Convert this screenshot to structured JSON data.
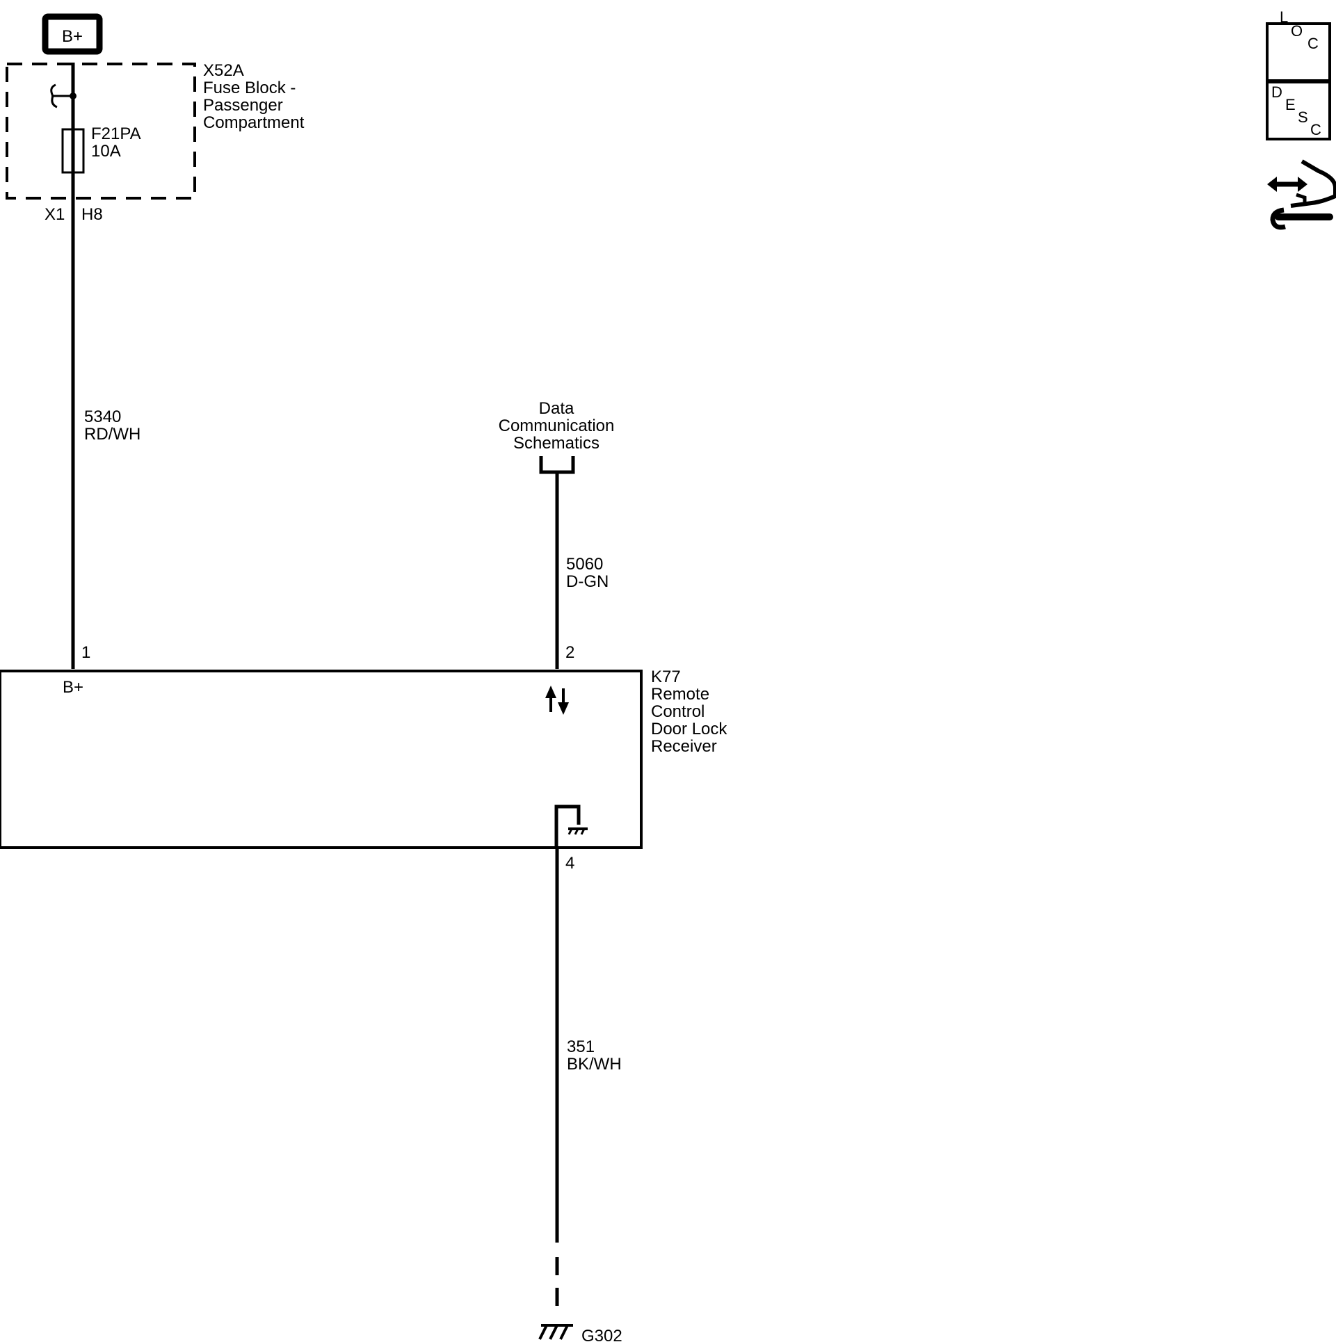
{
  "power_source": {
    "label": "B+"
  },
  "fuse_block": {
    "id": "X52A",
    "name_line1": "Fuse Block -",
    "name_line2": "Passenger",
    "name_line3": "Compartment",
    "connector": "X1",
    "terminal": "H8",
    "fuse": {
      "id": "F21PA",
      "rating": "10A"
    }
  },
  "wires": {
    "power": {
      "circuit": "5340",
      "color": "RD/WH"
    },
    "data": {
      "circuit": "5060",
      "color": "D-GN"
    },
    "ground": {
      "circuit": "351",
      "color": "BK/WH"
    }
  },
  "data_link": {
    "line1": "Data",
    "line2": "Communication",
    "line3": "Schematics"
  },
  "module": {
    "id": "K77",
    "name_line1": "Remote",
    "name_line2": "Control",
    "name_line3": "Door Lock",
    "name_line4": "Receiver",
    "pin_power": "1",
    "pin_data": "2",
    "pin_ground": "4",
    "power_label": "B+"
  },
  "ground": {
    "id": "G302"
  },
  "side_buttons": {
    "loc": {
      "l1": "L",
      "l2": "O",
      "l3": "C"
    },
    "desc": {
      "l1": "D",
      "l2": "E",
      "l3": "S",
      "l4": "C"
    },
    "connector_icon": "connector-service-icon"
  }
}
